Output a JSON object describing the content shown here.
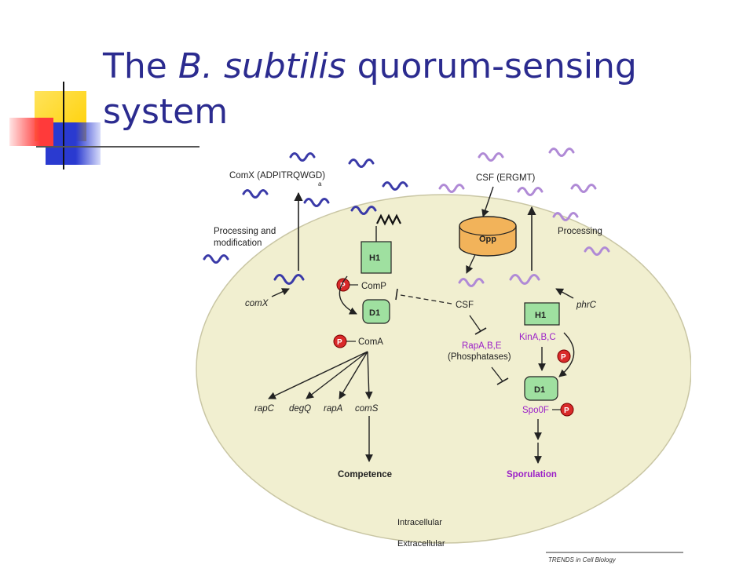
{
  "slide": {
    "title_prefix": "The ",
    "title_italic": "B. subtilis",
    "title_suffix": " quorum-sensing system"
  },
  "diagram": {
    "comx_peptide": "ComX (ADPITRQWGD)",
    "comx_star": "a",
    "csf_peptide": "CSF (ERGMT)",
    "processing_modification": [
      "Processing and",
      "modification"
    ],
    "processing": "Processing",
    "comX_gene": "comX",
    "phrC_gene": "phrC",
    "opp": "Opp",
    "comp_h1": "H1",
    "comp": "ComP",
    "comp_d1": "D1",
    "coma": "ComA",
    "csf_internal": "CSF",
    "kin_h1": "H1",
    "kin": "KinA,B,C",
    "rap": "RapA,B,E",
    "phosphatases": "(Phosphatases)",
    "spo_d1": "D1",
    "spo0f": "Spo0F",
    "phospho": "P",
    "targets": [
      "rapC",
      "degQ",
      "rapA",
      "comS"
    ],
    "competence": "Competence",
    "sporulation": "Sporulation",
    "intracellular": "Intracellular",
    "extracellular": "Extracellular",
    "credit": "TRENDS in Cell Biology"
  },
  "colors": {
    "title": "#2b2b8f",
    "cell_fill": "#f1efd0",
    "comx_wave": "#3a3aa8",
    "csf_wave": "#b08ad6",
    "domain_box": "#9fe0a0",
    "opp": "#f2b35a",
    "phospho": "#d92a2a",
    "purple_text": "#9b1fc8"
  }
}
